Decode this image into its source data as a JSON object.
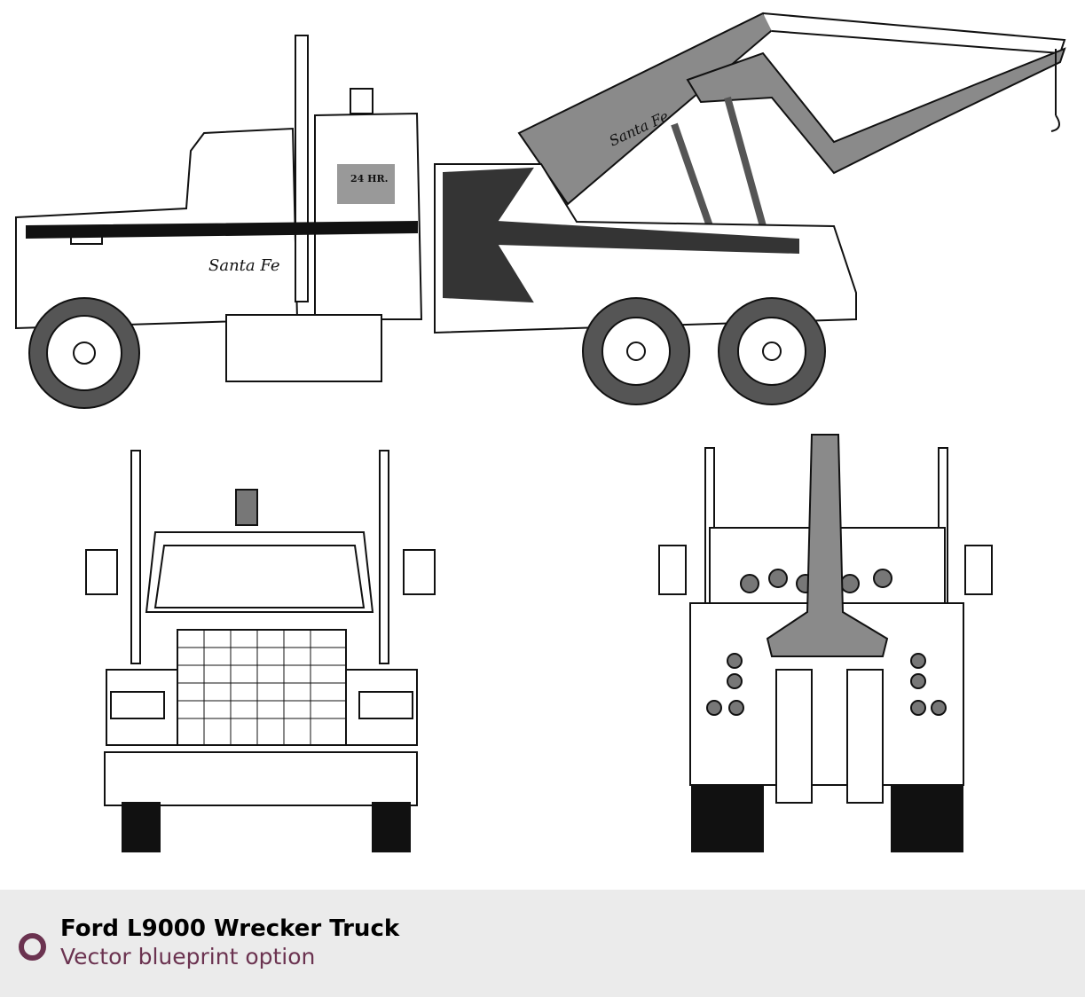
{
  "caption": {
    "title": "Ford L9000 Wrecker Truck",
    "subtitle": "Vector blueprint option"
  },
  "drawing": {
    "logo_text": "Santa Fe",
    "door_sign": "24 HR.",
    "views": [
      "side",
      "front",
      "rear"
    ]
  },
  "colors": {
    "accent": "#6b3350",
    "caption_bg": "#ebebeb",
    "boom_gray": "#8a8a8a"
  }
}
